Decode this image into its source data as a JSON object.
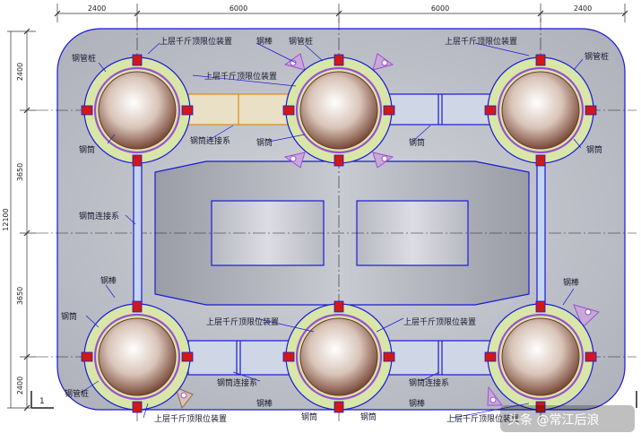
{
  "dimensions": {
    "top": [
      "2400",
      "6000",
      "6000",
      "2400"
    ],
    "left": [
      "2400",
      "3650",
      "3650",
      "2400"
    ],
    "total_height": "12100"
  },
  "labels": {
    "upper_jack": "上层千斤顶限位装置",
    "steel_rod": "钢棒",
    "steel_pipe_pile": "钢管桩",
    "steel_cylinder": "钢筒",
    "cylinder_connection": "钢筒连接系",
    "number_one": "1"
  },
  "watermark": "头条 @常江后浪",
  "colors": {
    "platform_fill": "#c4c6cf",
    "outline_blue": "#1a1ad6",
    "ring_green": "#d8e6a8",
    "ring_purple": "#9b4fd1",
    "pile_brown": "#8a5a4a",
    "hinge_red": "#d01818"
  }
}
